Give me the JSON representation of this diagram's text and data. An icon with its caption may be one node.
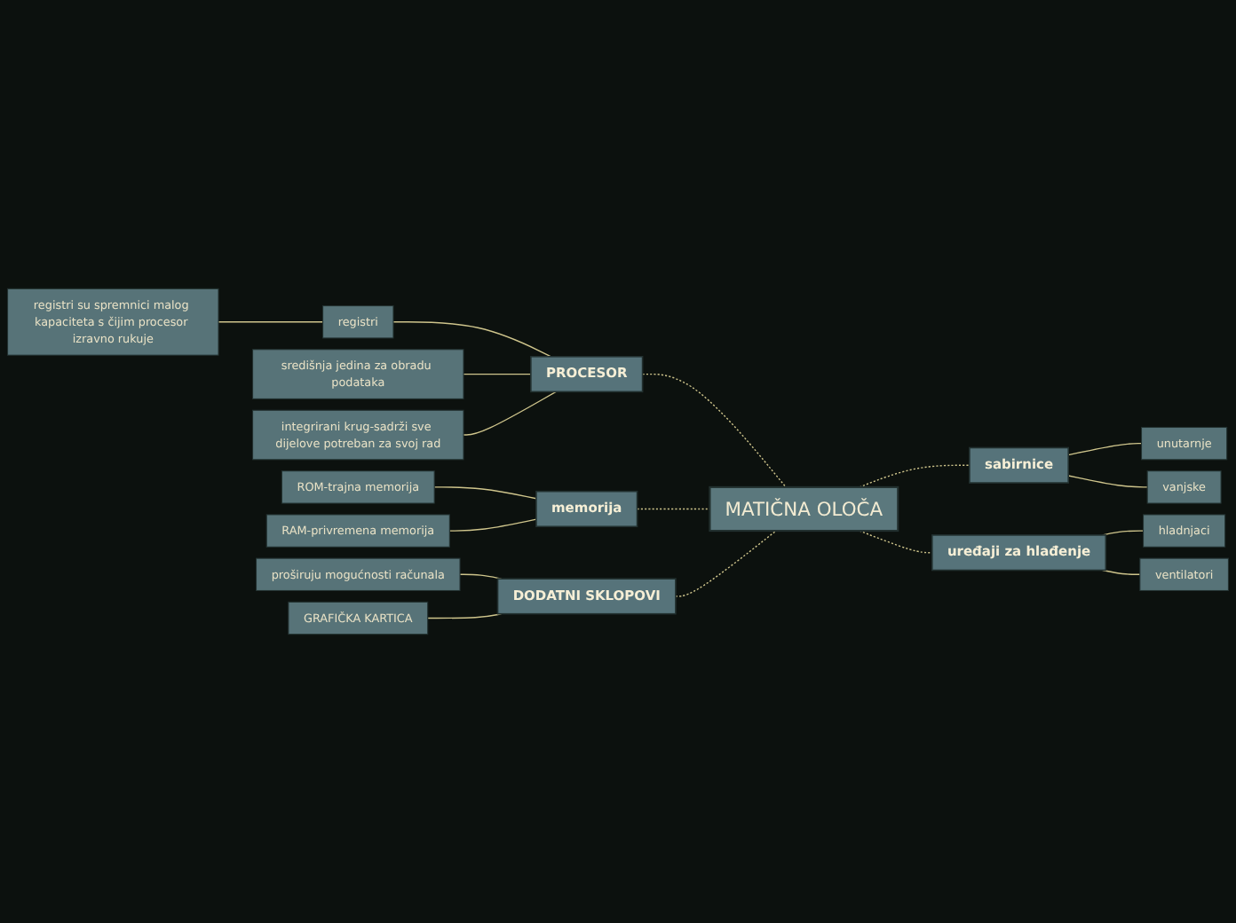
{
  "diagram": {
    "nodes": [
      {
        "text": [
          "MATIČNA OLOČA"
        ]
      },
      {
        "text": [
          "PROCESOR"
        ]
      },
      {
        "text": [
          "registri"
        ]
      },
      {
        "text": [
          "registri su spremnici malog kapaciteta s čijim procesor izravno rukuje"
        ]
      },
      {
        "text": [
          "središnja jedina za obradu podataka"
        ]
      },
      {
        "text": [
          "integrirani krug-sadrži sve dijelove potreban za svoj rad"
        ]
      },
      {
        "text": [
          "sabirnice"
        ]
      },
      {
        "text": [
          "unutarnje"
        ]
      },
      {
        "text": [
          "vanjske"
        ]
      },
      {
        "text": [
          "memorija"
        ]
      },
      {
        "text": [
          "ROM-trajna memorija"
        ]
      },
      {
        "text": [
          "RAM-privremena memorija"
        ]
      },
      {
        "text": [
          "uređaji za hlađenje"
        ]
      },
      {
        "text": [
          "hladnjaci"
        ]
      },
      {
        "text": [
          "ventilatori"
        ]
      },
      {
        "text": [
          "DODATNI SKLOPOVI"
        ]
      },
      {
        "text": [
          "proširuju mogućnosti računala"
        ]
      },
      {
        "text": [
          "GRAFIČKA KARTICA"
        ]
      }
    ],
    "edges": [
      {
        "from": 1,
        "to": 0,
        "arrow": "none",
        "style": "dashed"
      },
      {
        "from": 2,
        "to": 1,
        "arrow": "none"
      },
      {
        "from": 3,
        "to": 2,
        "arrow": "none"
      },
      {
        "from": 4,
        "to": 1,
        "arrow": "none"
      },
      {
        "from": 5,
        "to": 1,
        "arrow": "none"
      },
      {
        "from": 0,
        "to": 6,
        "arrow": "none",
        "style": "dashed"
      },
      {
        "from": 6,
        "to": 7,
        "arrow": "none"
      },
      {
        "from": 6,
        "to": 8,
        "arrow": "none"
      },
      {
        "from": 9,
        "to": 0,
        "arrow": "none",
        "style": "dashed"
      },
      {
        "from": 10,
        "to": 9,
        "arrow": "none"
      },
      {
        "from": 11,
        "to": 9,
        "arrow": "none"
      },
      {
        "from": 0,
        "to": 12,
        "arrow": "none",
        "style": "dashed"
      },
      {
        "from": 12,
        "to": 13,
        "arrow": "none"
      },
      {
        "from": 12,
        "to": 14,
        "arrow": "none"
      },
      {
        "from": 15,
        "to": 0,
        "arrow": "none",
        "style": "dashed"
      },
      {
        "from": 16,
        "to": 15,
        "arrow": "none"
      },
      {
        "from": 17,
        "to": 15,
        "arrow": "none"
      }
    ]
  }
}
